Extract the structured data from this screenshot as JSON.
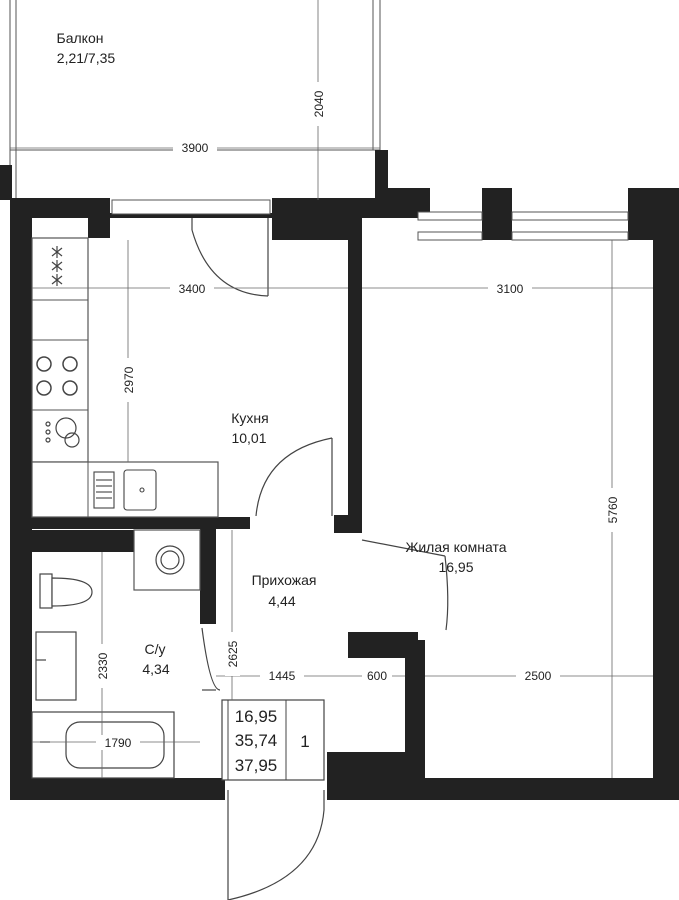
{
  "rooms": {
    "balcony": {
      "name": "Балкон",
      "area": "2,21/7,35"
    },
    "kitchen": {
      "name": "Кухня",
      "area": "10,01"
    },
    "living": {
      "name": "Жилая комната",
      "area": "16,95"
    },
    "hall": {
      "name": "Прихожая",
      "area": "4,44"
    },
    "bath": {
      "name": "С/у",
      "area": "4,34"
    }
  },
  "dimensions": {
    "balcony_width": "3900",
    "balcony_depth": "2040",
    "kitchen_width": "3400",
    "kitchen_depth": "2970",
    "living_width": "3100",
    "living_depth": "5760",
    "hall_depth": "2625",
    "hall_width": "1445",
    "niche_width": "600",
    "living_lower_width": "2500",
    "bath_depth": "2330",
    "tub_length": "1790"
  },
  "info_box": {
    "living_area": "16,95",
    "total_area": "35,74",
    "total_with_balcony": "37,95",
    "rooms_count": "1"
  },
  "colors": {
    "wall": "#222222",
    "line": "#555555"
  }
}
